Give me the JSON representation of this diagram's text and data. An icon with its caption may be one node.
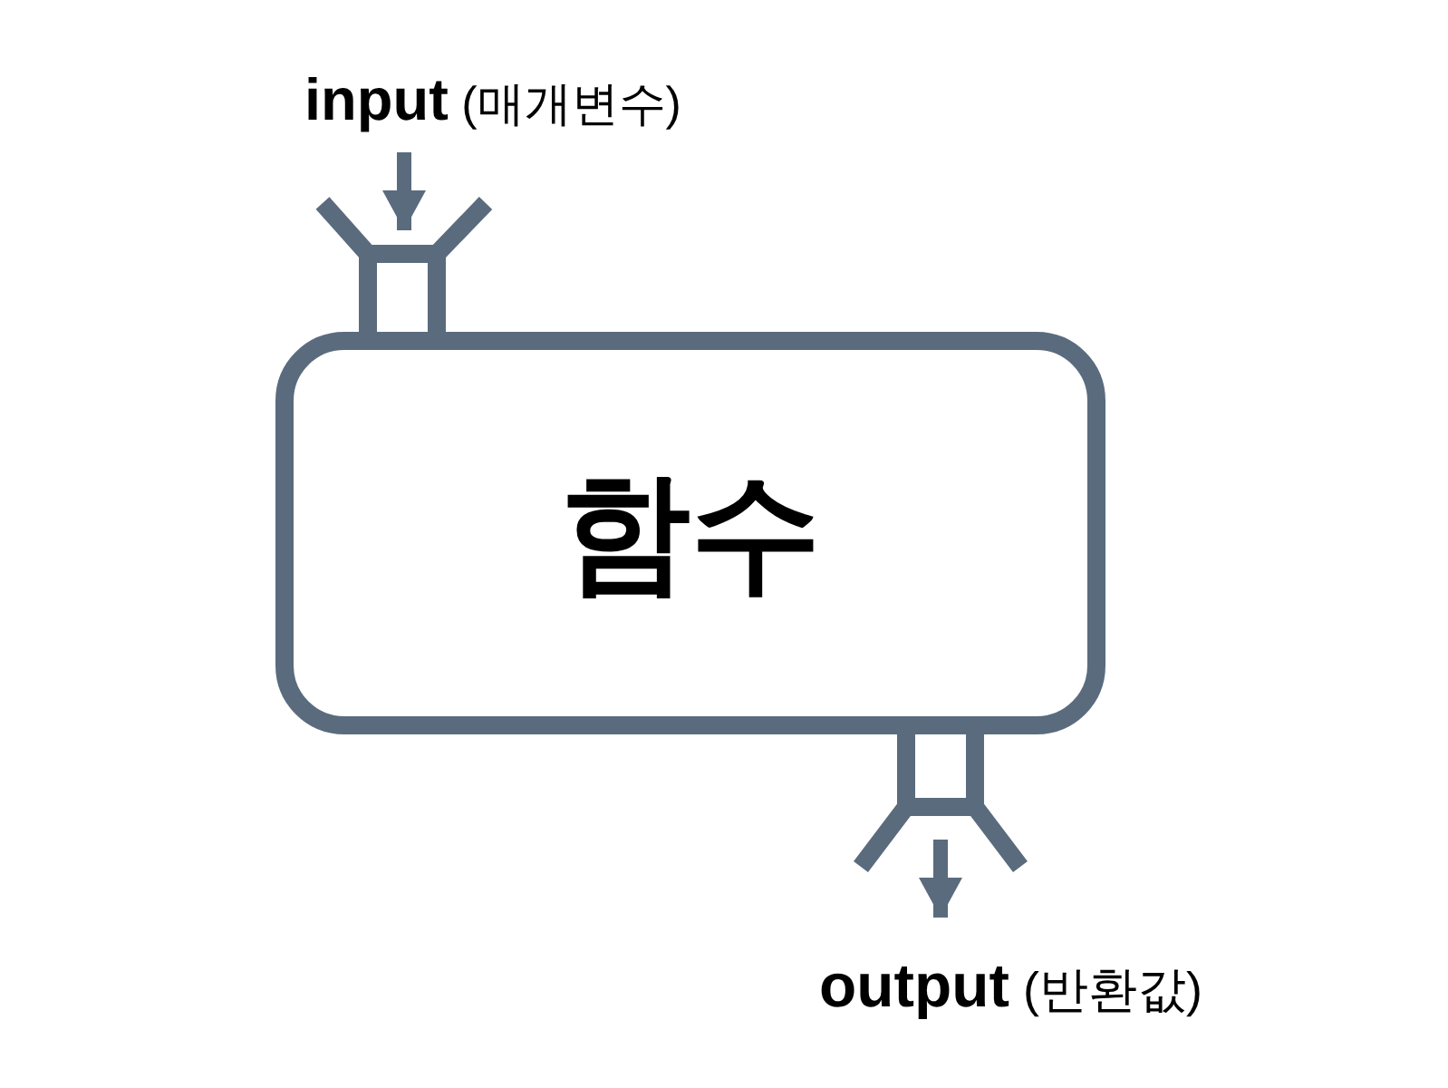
{
  "diagram": {
    "nodes": [
      {
        "text": [
          "**input** (매개변수)"
        ]
      },
      {
        "text": [],
        "shape": "funnel"
      },
      {
        "text": [
          "함수"
        ]
      },
      {
        "text": [],
        "shape": "funnel"
      },
      {
        "text": [
          "**output** (반환값)"
        ]
      }
    ],
    "edges": [
      {
        "from": 0,
        "to": 1,
        "arrow": "to"
      },
      {
        "from": 3,
        "to": 4,
        "arrow": "to"
      }
    ]
  }
}
